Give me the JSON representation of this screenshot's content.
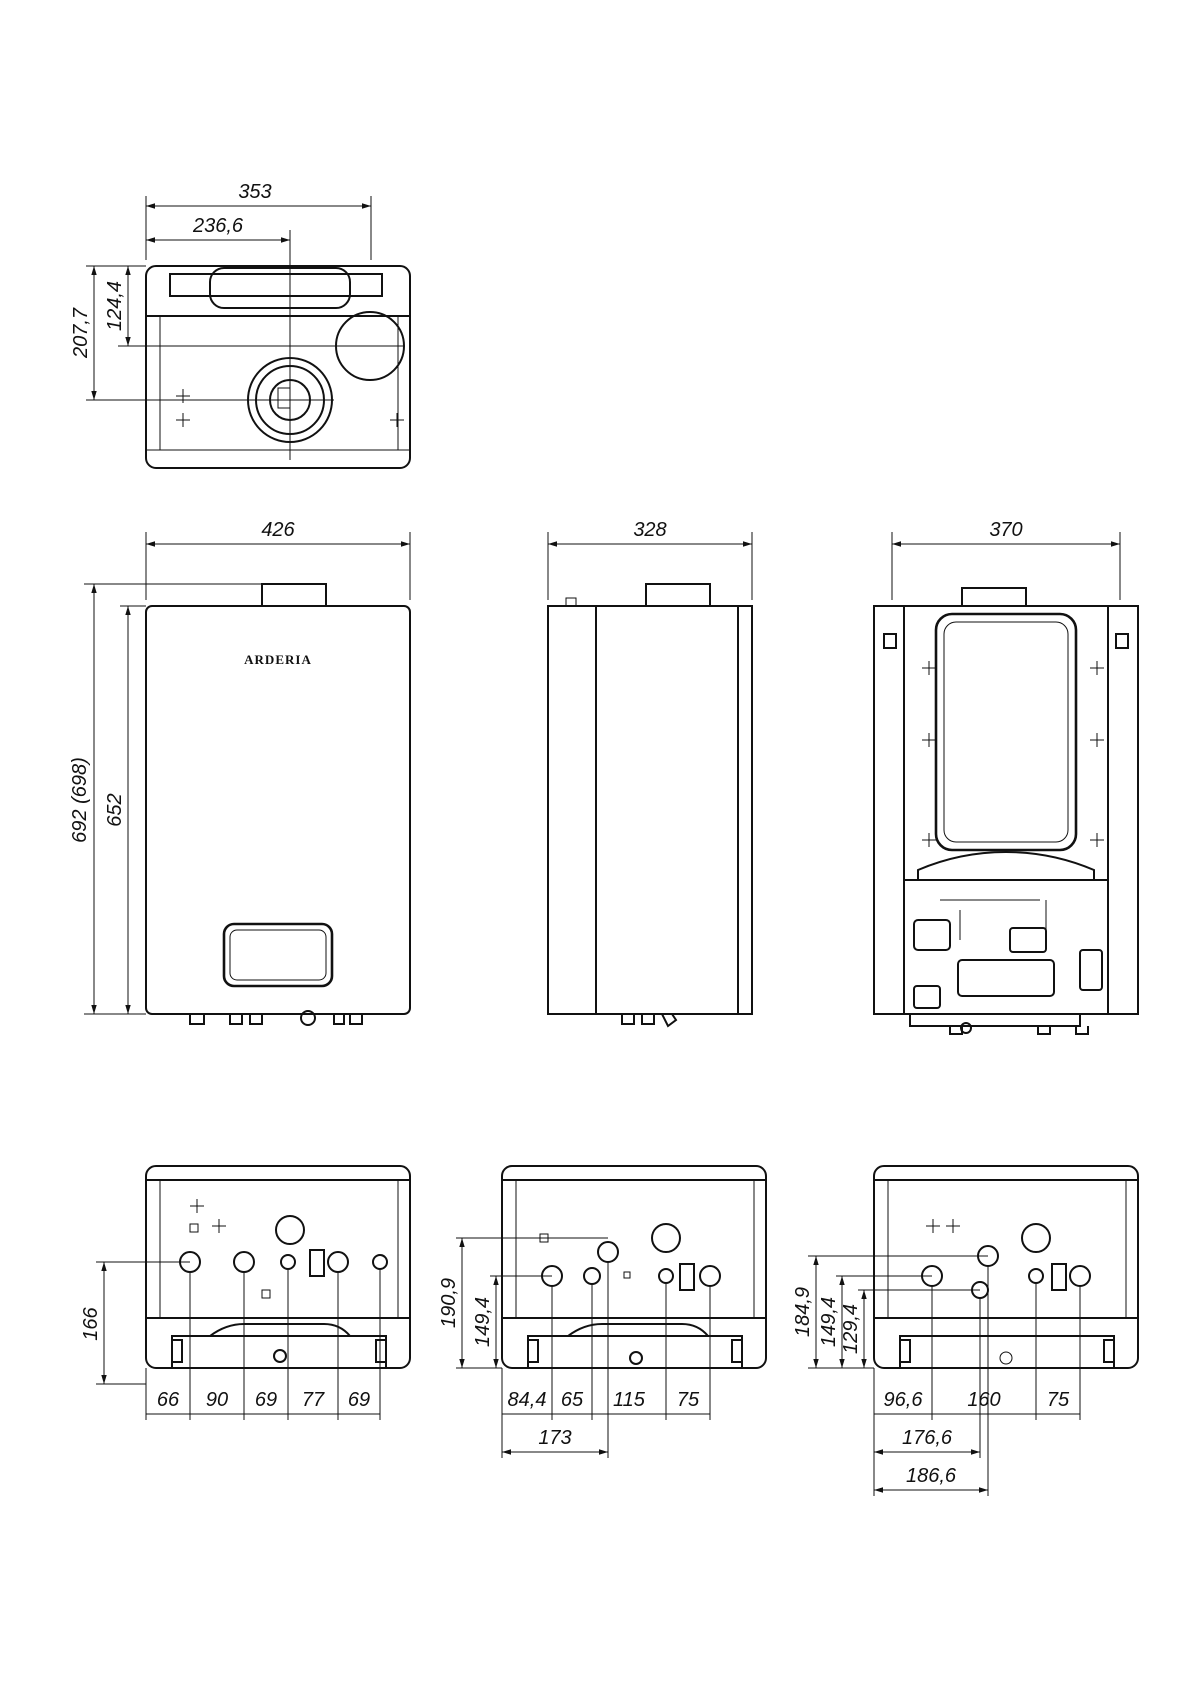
{
  "brand": "ARDERIA",
  "top_view": {
    "dims": {
      "width": "353",
      "offset": "236,6",
      "h1": "124,4",
      "h2": "207,7"
    }
  },
  "front_view": {
    "dims": {
      "width": "426",
      "height_total": "692 (698)",
      "height_body": "652"
    }
  },
  "side_view": {
    "dims": {
      "width": "328"
    }
  },
  "rear_view": {
    "dims": {
      "width": "370"
    }
  },
  "bottom_view_1": {
    "dims": {
      "height": "166",
      "spacings": [
        "66",
        "90",
        "69",
        "77",
        "69"
      ]
    }
  },
  "bottom_view_2": {
    "dims": {
      "h1": "190,9",
      "h2": "149,4",
      "spacings": [
        "84,4",
        "65",
        "115",
        "75"
      ],
      "total": "173"
    }
  },
  "bottom_view_3": {
    "dims": {
      "h1": "184,9",
      "h2": "149,4",
      "h3": "129,4",
      "spacings": [
        "96,6",
        "160",
        "75"
      ],
      "d1": "176,6",
      "d2": "186,6"
    }
  }
}
